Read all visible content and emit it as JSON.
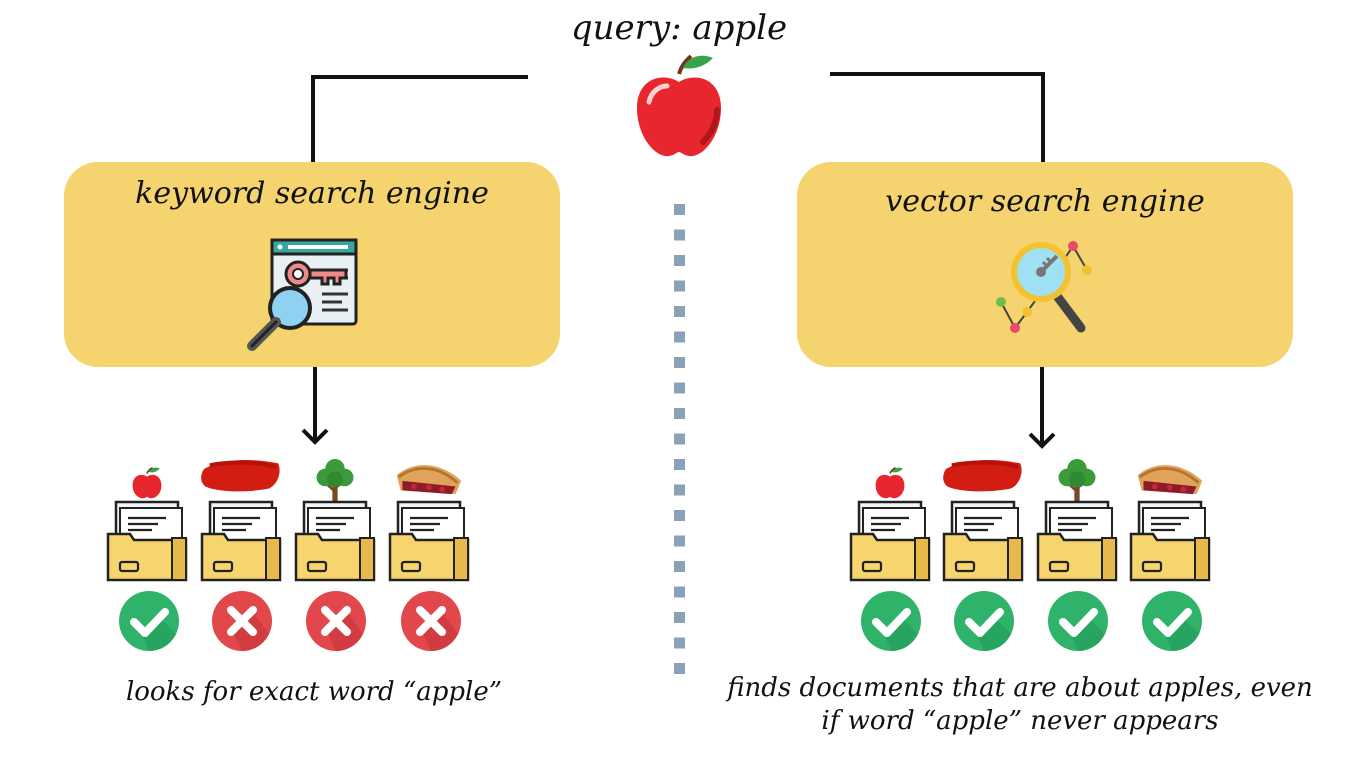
{
  "query": {
    "label": "query: apple"
  },
  "engines": {
    "keyword": {
      "title": "keyword search engine",
      "icon": "keyword-search-icon"
    },
    "vector": {
      "title": "vector search engine",
      "icon": "vector-search-icon"
    }
  },
  "documents": [
    {
      "topic": "apple",
      "icon": "apple-icon"
    },
    {
      "topic": "red smear",
      "icon": "red-smear-icon"
    },
    {
      "topic": "tree",
      "icon": "tree-icon"
    },
    {
      "topic": "pie",
      "icon": "pie-icon"
    }
  ],
  "results": {
    "keyword": [
      "check",
      "cross",
      "cross",
      "cross"
    ],
    "vector": [
      "check",
      "check",
      "check",
      "check"
    ]
  },
  "captions": {
    "keyword": "looks for exact word “apple”",
    "vector_line1": "finds documents that are about apples, even",
    "vector_line2": "if word “apple” never appears"
  },
  "colors": {
    "box": "#f5d36f",
    "check": "#2fb36b",
    "cross": "#e2474b",
    "divider": "#8aa1b8",
    "folder": "#f7d56e",
    "apple": "#e8262f"
  }
}
